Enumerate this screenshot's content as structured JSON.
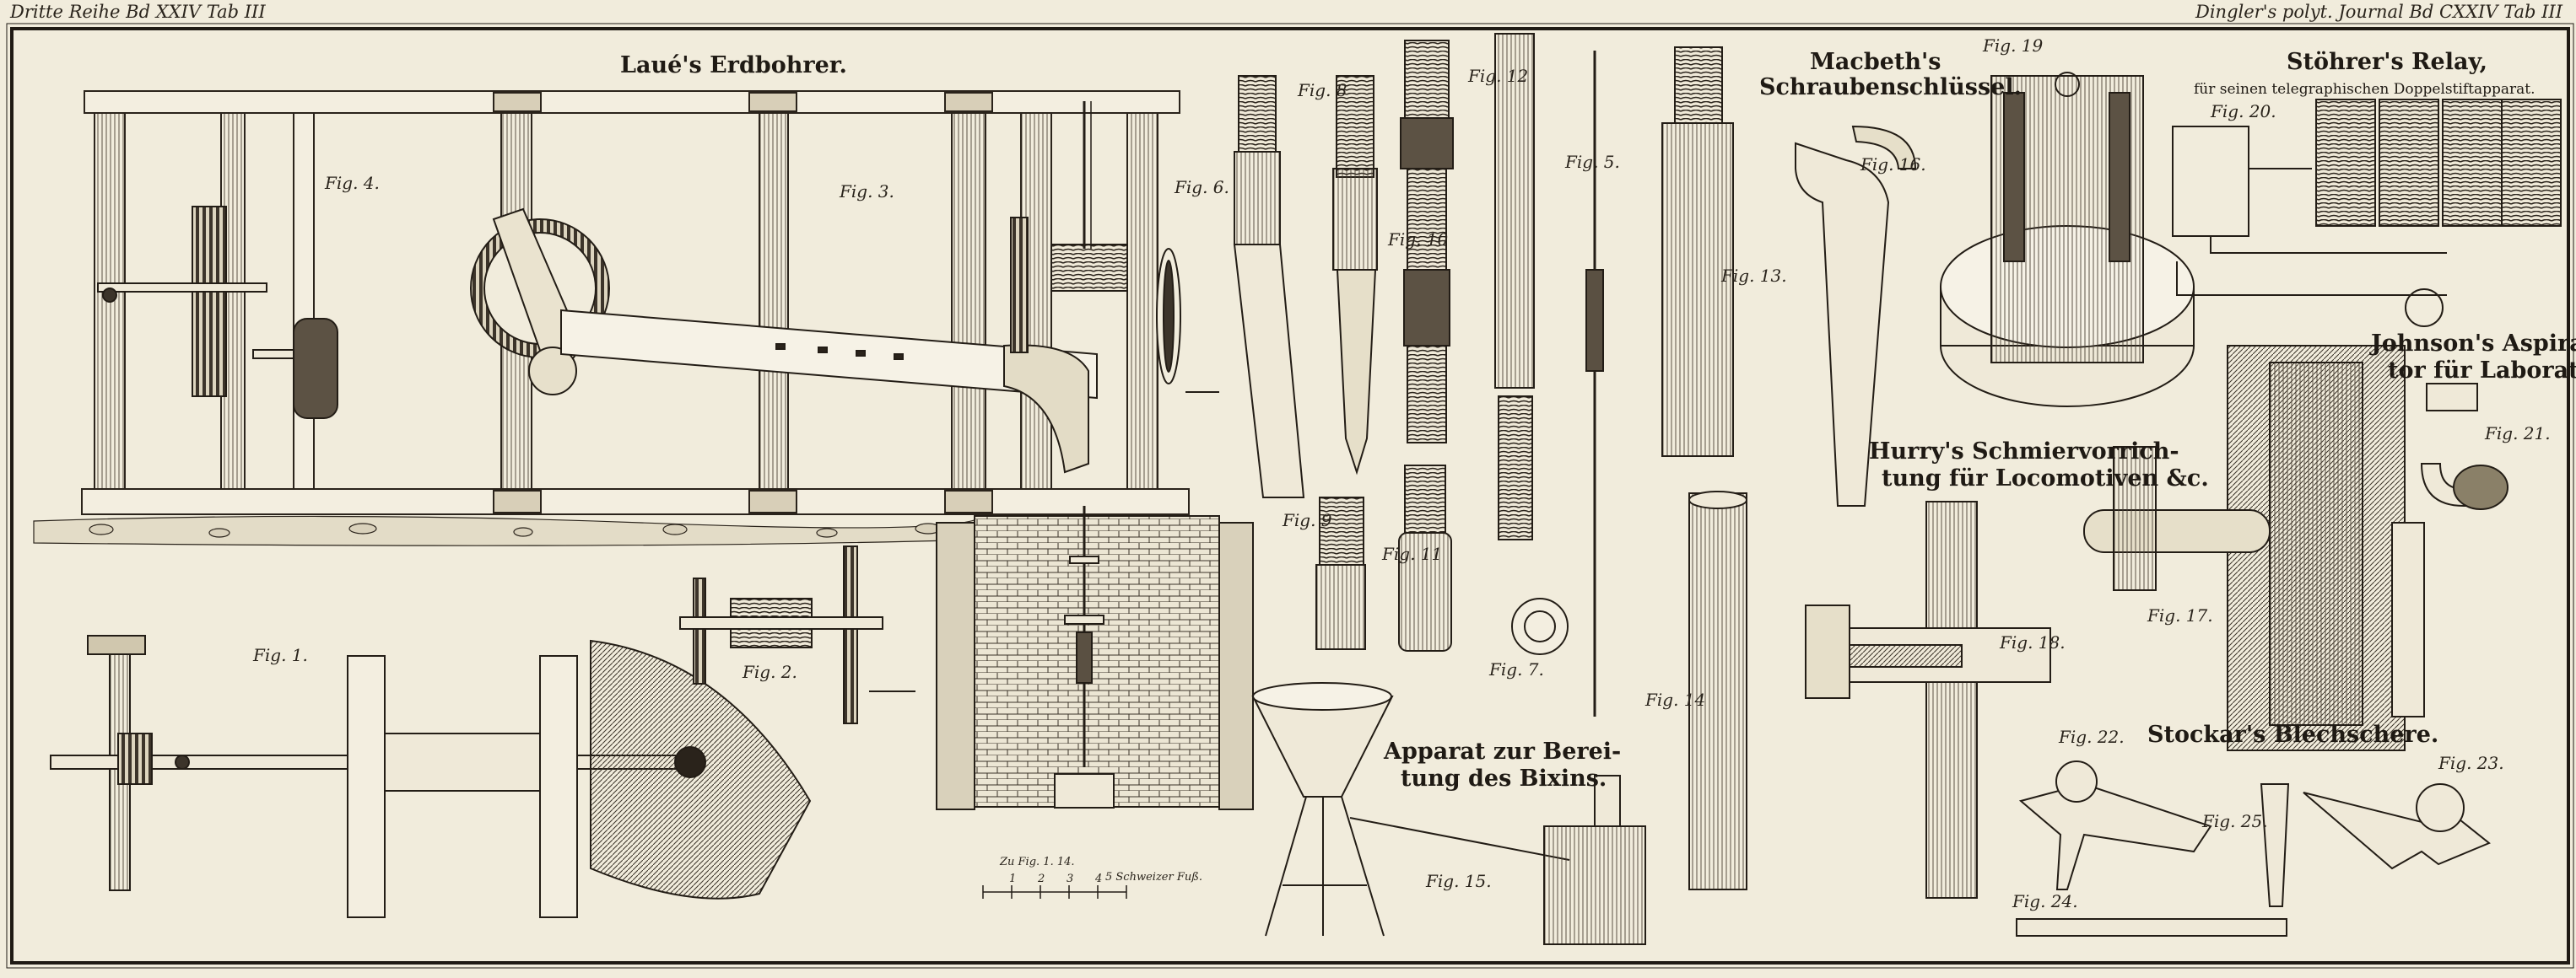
{
  "header": {
    "left": "Dritte Reihe Bd XXIV Tab III",
    "right": "Dingler's polyt. Journal Bd CXXIV Tab III"
  },
  "titles": {
    "laue": "Laué's Erdbohrer.",
    "macbeth_1": "Macbeth's",
    "macbeth_2": "Schraubenschlüssel.",
    "stoehrer_1": "Stöhrer's Relay,",
    "stoehrer_2": "für seinen telegraphischen Doppelstiftapparat.",
    "johnson_1": "Johnson's Aspira-",
    "johnson_2": "tor für Laboratorien.",
    "hurry_1": "Hurry's Schmiervorrich-",
    "hurry_2": "tung für Locomotiven &c.",
    "apparat_1": "Apparat zur Berei-",
    "apparat_2": "tung des Bixins.",
    "stockar": "Stockar's Blechschere."
  },
  "figures": {
    "f1": "Fig. 1.",
    "f2": "Fig. 2.",
    "f3": "Fig. 3.",
    "f4": "Fig. 4.",
    "f5": "Fig. 5.",
    "f6": "Fig. 6.",
    "f7": "Fig. 7.",
    "f8": "Fig. 8",
    "f9": "Fig. 9",
    "f10": "Fig. 10",
    "f11": "Fig. 11",
    "f12": "Fig. 12",
    "f13": "Fig. 13.",
    "f14": "Fig. 14",
    "f15": "Fig. 15.",
    "f16": "Fig. 16.",
    "f17": "Fig. 17.",
    "f18": "Fig. 18.",
    "f19": "Fig. 19",
    "f20": "Fig. 20.",
    "f21": "Fig. 21.",
    "f22": "Fig. 22.",
    "f23": "Fig. 23.",
    "f24": "Fig. 24.",
    "f25": "Fig. 25."
  },
  "scale": {
    "label": "Zu Fig. 1. 14.",
    "units": "5 Schweizer Fuß.",
    "ticks": [
      "1",
      "2",
      "3",
      "4"
    ]
  }
}
